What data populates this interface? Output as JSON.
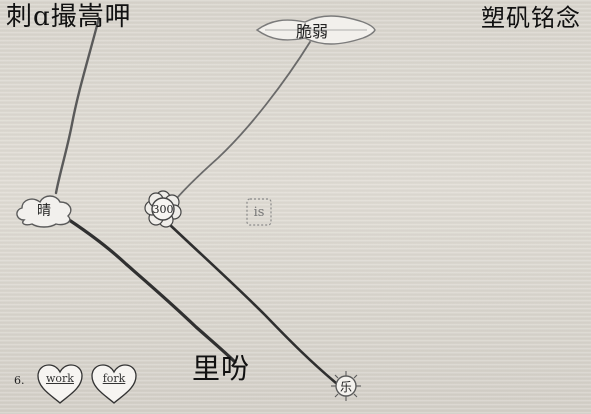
{
  "corners": {
    "top_left": "刺ɑ撮嵩呷",
    "top_right": "塑矾铭念",
    "bottom_mid": "里吩"
  },
  "nodes": {
    "leaf": "脆弱",
    "cloud": "晴",
    "flower": "300",
    "dashed": "is",
    "sun": "乐"
  },
  "pair": {
    "number": "6.",
    "left_word": "work",
    "right_word": "fork"
  },
  "colors": {
    "board": "#d9d6cf",
    "ink": "#111111",
    "line_dark": "#2d2d2d",
    "line_light": "#5d5d5d"
  }
}
